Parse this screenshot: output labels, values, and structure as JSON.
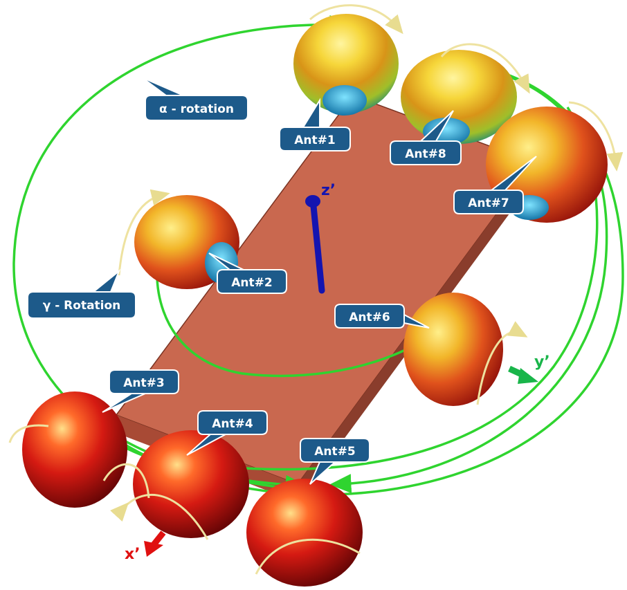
{
  "antennas": [
    {
      "label": "Ant#1"
    },
    {
      "label": "Ant#2"
    },
    {
      "label": "Ant#3"
    },
    {
      "label": "Ant#4"
    },
    {
      "label": "Ant#5"
    },
    {
      "label": "Ant#6"
    },
    {
      "label": "Ant#7"
    },
    {
      "label": "Ant#8"
    }
  ],
  "rotations": {
    "alpha": "α - rotation",
    "gamma": "γ - Rotation"
  },
  "axes": {
    "x": "x’",
    "y": "y’",
    "z": "z’"
  },
  "colors": {
    "callout_fill": "#1d5a8a",
    "callout_stroke": "#ffffff",
    "plate_top": "#c9684f",
    "plate_side": "#8a3d2c",
    "alpha_arrow": "#2fd42f",
    "gamma_arrow": "#f2e7a0",
    "x_axis": "#e01010",
    "y_axis": "#19b54a",
    "z_axis": "#1414b0"
  }
}
